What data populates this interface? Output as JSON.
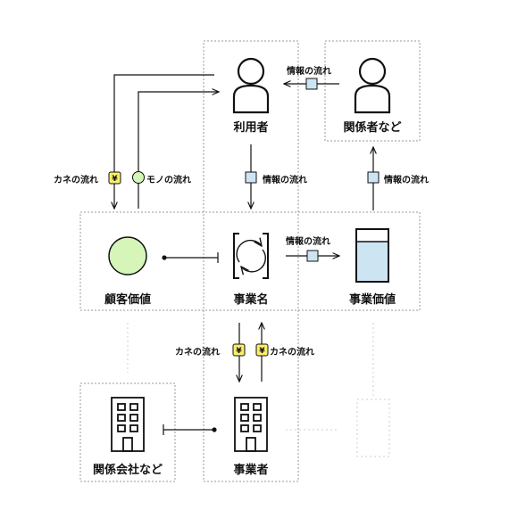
{
  "nodes": {
    "user": "利用者",
    "stakeholders": "関係者など",
    "customer_value": "顧客価値",
    "business_name": "事業名",
    "business_value": "事業価値",
    "related_company": "関係会社など",
    "operator": "事業者"
  },
  "flows": {
    "info_stakeholders_to_user": "情報の流れ",
    "money_to_customer": "カネの流れ",
    "goods_to_customer": "モノの流れ",
    "info_user_to_business": "情報の流れ",
    "info_value_to_stakeholders": "情報の流れ",
    "info_business_to_value": "情報の流れ",
    "money_to_operator": "カネの流れ",
    "money_from_operator": "カネの流れ"
  },
  "symbols": {
    "yen": "¥"
  },
  "colors": {
    "info_marker": "#cde4f3",
    "money_marker": "#fbee6a",
    "goods_marker": "#d6f5b8",
    "customer_value_circle": "#d6f5b8",
    "business_value_glass": "#cde4f3",
    "line": "#111111",
    "dashed_box": "#9a9a9a"
  }
}
